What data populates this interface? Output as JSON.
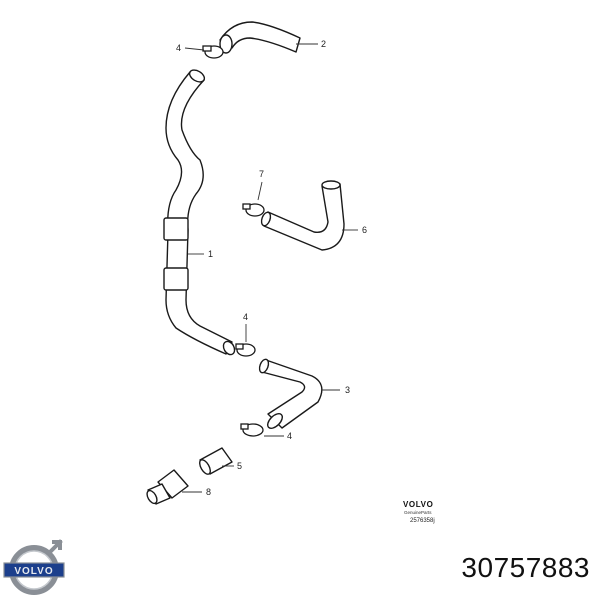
{
  "diagram": {
    "callouts": [
      {
        "id": "c-2",
        "label": "2"
      },
      {
        "id": "c-4a",
        "label": "4"
      },
      {
        "id": "c-7",
        "label": "7"
      },
      {
        "id": "c-6",
        "label": "6"
      },
      {
        "id": "c-1",
        "label": "1"
      },
      {
        "id": "c-4b",
        "label": "4"
      },
      {
        "id": "c-3",
        "label": "3"
      },
      {
        "id": "c-4c",
        "label": "4"
      },
      {
        "id": "c-5",
        "label": "5"
      },
      {
        "id": "c-8",
        "label": "8"
      }
    ],
    "stamp": {
      "brand": "VOLVO",
      "subtitle": "GenuineParts",
      "code": "2576358j"
    }
  },
  "footer": {
    "logo_text": "VOLVO",
    "part_number": "30757883"
  },
  "colors": {
    "line": "#1a1a1a",
    "logo_blue": "#1c3f8c",
    "logo_steel": "#8a8f96"
  }
}
